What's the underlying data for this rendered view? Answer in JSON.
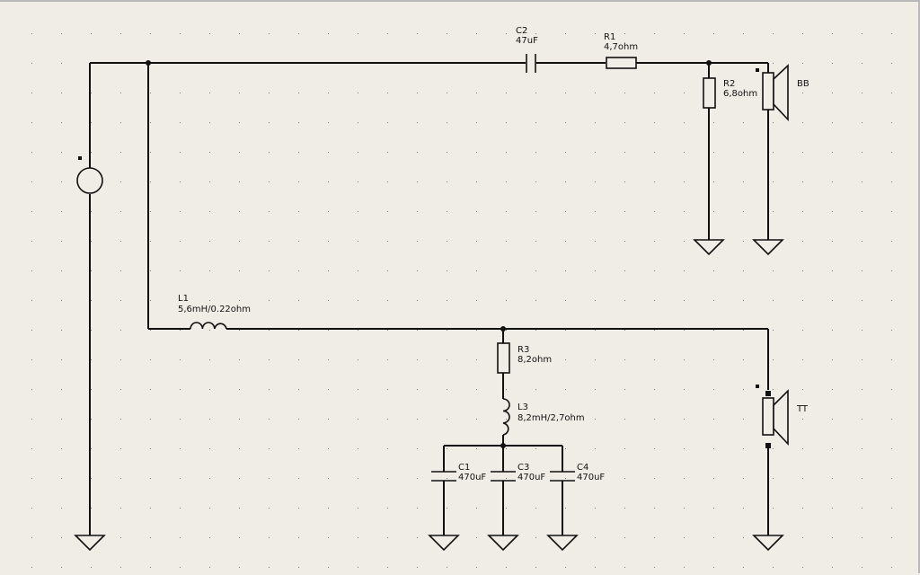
{
  "components": {
    "C2": {
      "ref": "C2",
      "value": "47uF"
    },
    "R1": {
      "ref": "R1",
      "value": "4,7ohm"
    },
    "R2": {
      "ref": "R2",
      "value": "6,8ohm"
    },
    "BB": {
      "ref": "BB"
    },
    "TT": {
      "ref": "TT"
    },
    "L1": {
      "ref": "L1",
      "value": "5,6mH/0.22ohm"
    },
    "R3": {
      "ref": "R3",
      "value": "8,2ohm"
    },
    "L3": {
      "ref": "L3",
      "value": "8,2mH/2,7ohm"
    },
    "C1": {
      "ref": "C1",
      "value": "470uF"
    },
    "C3": {
      "ref": "C3",
      "value": "470uF"
    },
    "C4": {
      "ref": "C4",
      "value": "470uF"
    }
  },
  "colors": {
    "background": "#f0ede6",
    "ink": "#111111",
    "grid_dot": "#7a7a7a"
  }
}
